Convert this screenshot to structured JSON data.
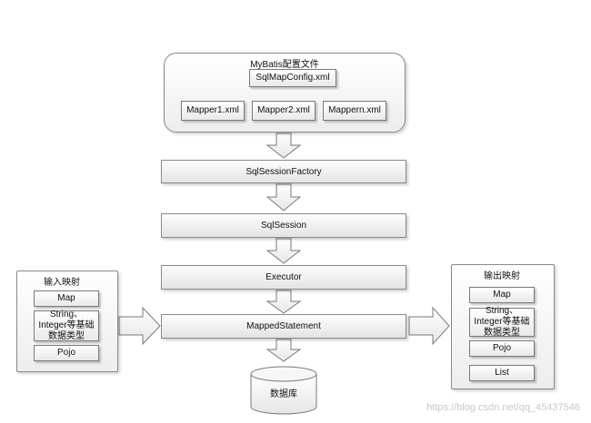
{
  "config_group": {
    "title": "MyBatis配置文件",
    "main_file": "SqlMapConfig.xml",
    "mappers": [
      "Mapper1.xml",
      "Mapper2.xml",
      "Mappern.xml"
    ]
  },
  "pipeline": {
    "factory": "SqlSessionFactory",
    "session": "SqlSession",
    "executor": "Executor",
    "statement": "MappedStatement"
  },
  "input_mapping": {
    "title": "输入映射",
    "items": [
      "Map",
      "String、",
      "Integer等基础",
      "数据类型",
      "Pojo"
    ]
  },
  "output_mapping": {
    "title": "输出映射",
    "items": [
      "Map",
      "String、",
      "Integer等基础",
      "数据类型",
      "Pojo",
      "List"
    ]
  },
  "database": {
    "label": "数据库"
  },
  "watermark": "https://blog.csdn.net/qq_45437546"
}
